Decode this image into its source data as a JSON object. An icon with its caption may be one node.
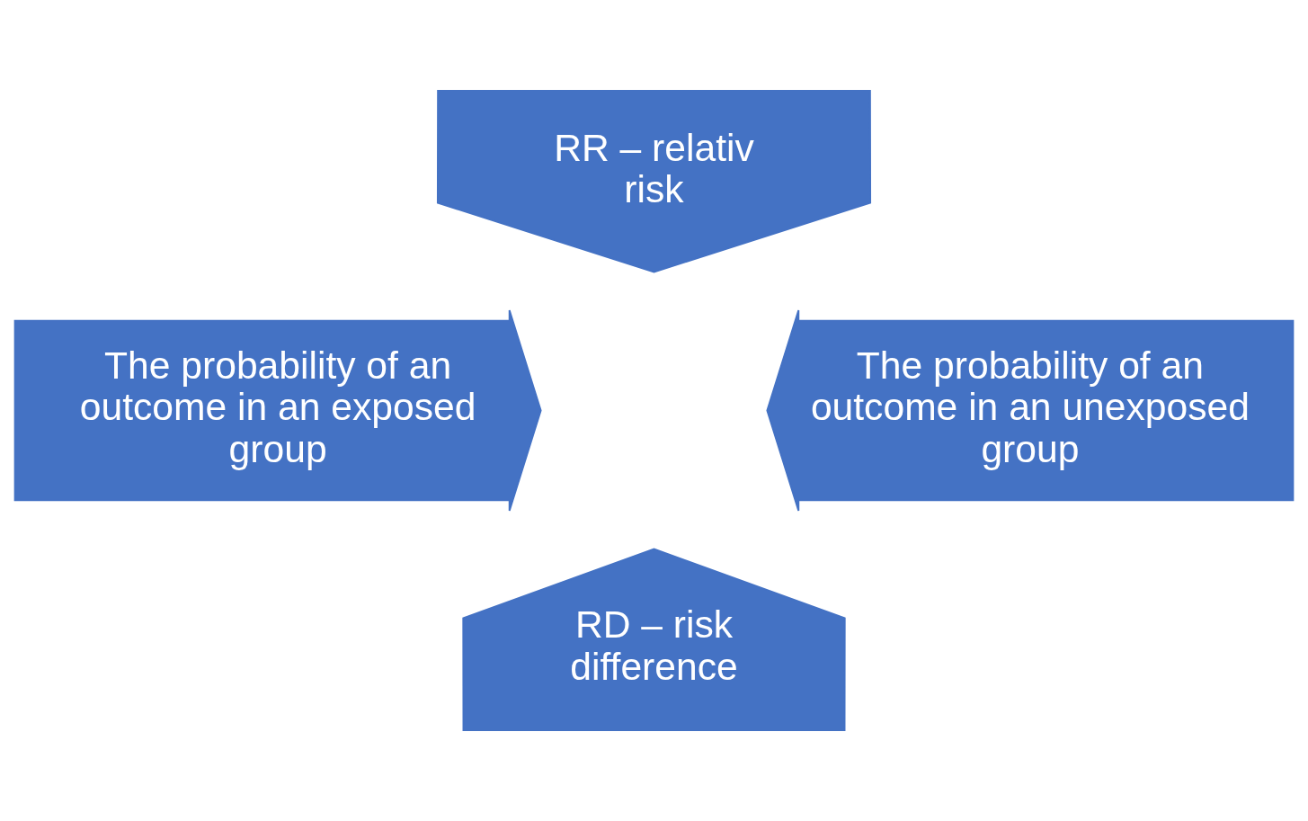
{
  "diagram": {
    "nodes": [
      {
        "text": [
          "RR – relativ risk"
        ]
      },
      {
        "text": [
          "The probability of an outcome in an exposed group"
        ]
      },
      {
        "text": [
          "The probability of an outcome in an unexposed group"
        ]
      },
      {
        "text": [
          "RD – risk difference"
        ]
      }
    ]
  }
}
